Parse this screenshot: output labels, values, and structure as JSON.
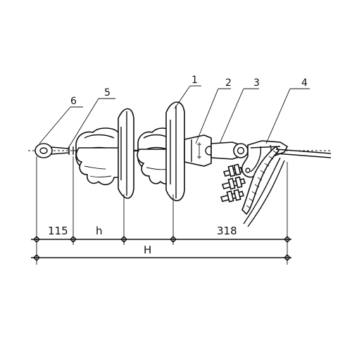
{
  "callouts": [
    "1",
    "2",
    "3",
    "4",
    "5",
    "6"
  ],
  "dimensions": {
    "d115": "115",
    "h": "h",
    "d318": "318",
    "H": "H"
  }
}
